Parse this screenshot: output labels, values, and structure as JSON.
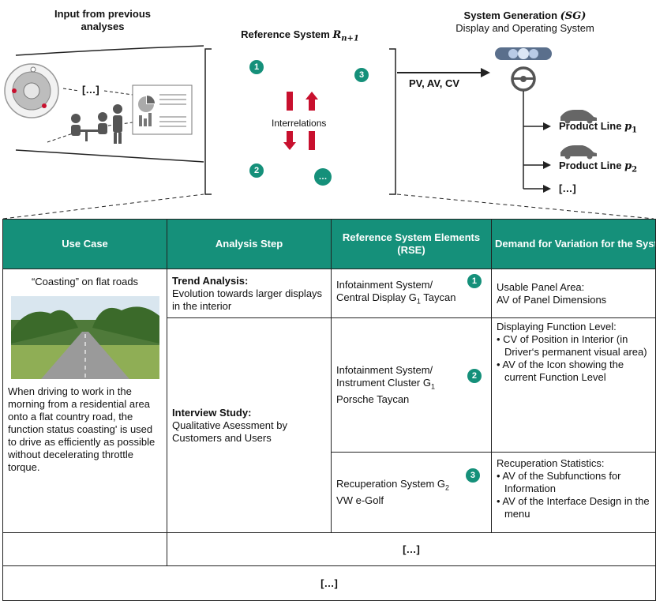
{
  "top": {
    "input_title": "Input from previous analyses",
    "ref_title": "Reference System",
    "ref_symbol": "R",
    "ref_subscript": "n+1",
    "interrelations": "Interrelations",
    "sg_title": "System Generation",
    "sg_symbol": "(SG)",
    "sg_sub": "Display and Operating System",
    "pv_label": "PV, AV, CV",
    "ellipsis": "[…]",
    "badges": [
      "1",
      "2",
      "3",
      "…"
    ],
    "product_lines": [
      {
        "label": "Product Line ",
        "sym": "p",
        "sub": "1"
      },
      {
        "label": "Product Line ",
        "sym": "p",
        "sub": "2"
      },
      {
        "label": "[…]",
        "sym": "",
        "sub": ""
      }
    ]
  },
  "table": {
    "headers": [
      "Use Case",
      "Analysis Step",
      "Reference System Elements (RSE)",
      "Demand for Variation for the System Generation"
    ],
    "use_case_title": "“Coasting” on flat roads",
    "use_case_text": "When driving to work in the morning from a residential area onto a flat country road, the function status coasting' is used to drive as efficiently as possible without decelerating throttle torque.",
    "trend_title": "Trend Analysis:",
    "trend_text": "Evolution towards larger displays in the interior",
    "interview_title": "Interview Study:",
    "interview_text": "Qualitative Asessment by Customers and Users",
    "rse1_a": "Infotainment System/",
    "rse1_b": "Central Display G",
    "rse1_sub": "1",
    "rse1_c": " Taycan",
    "rse2_a": "Infotainment System/",
    "rse2_b": "Instrument Cluster G",
    "rse2_sub": "1",
    "rse2_c": "Porsche Taycan",
    "rse3_a": "Recuperation System G",
    "rse3_sub": "2",
    "rse3_b": "VW e-Golf",
    "d1_title": "Usable Panel Area:",
    "d1_text": "AV of Panel Dimensions",
    "d2_title": "Displaying Function Level:",
    "d2_items": [
      "• CV of Position in Interior (in Driver‘s permanent visual area)",
      "• AV of the Icon showing the current Function Level"
    ],
    "d3_title": "Recuperation Statistics:",
    "d3_items": [
      "• AV of the Subfunctions for Information",
      "• AV of the Interface Design in the menu"
    ],
    "ellipsis_row": "[…]",
    "ellipsis_bottom": "[…]"
  },
  "colors": {
    "teal": "#15907a",
    "red": "#c8102e",
    "steering_blue": "#8aa9d6"
  }
}
